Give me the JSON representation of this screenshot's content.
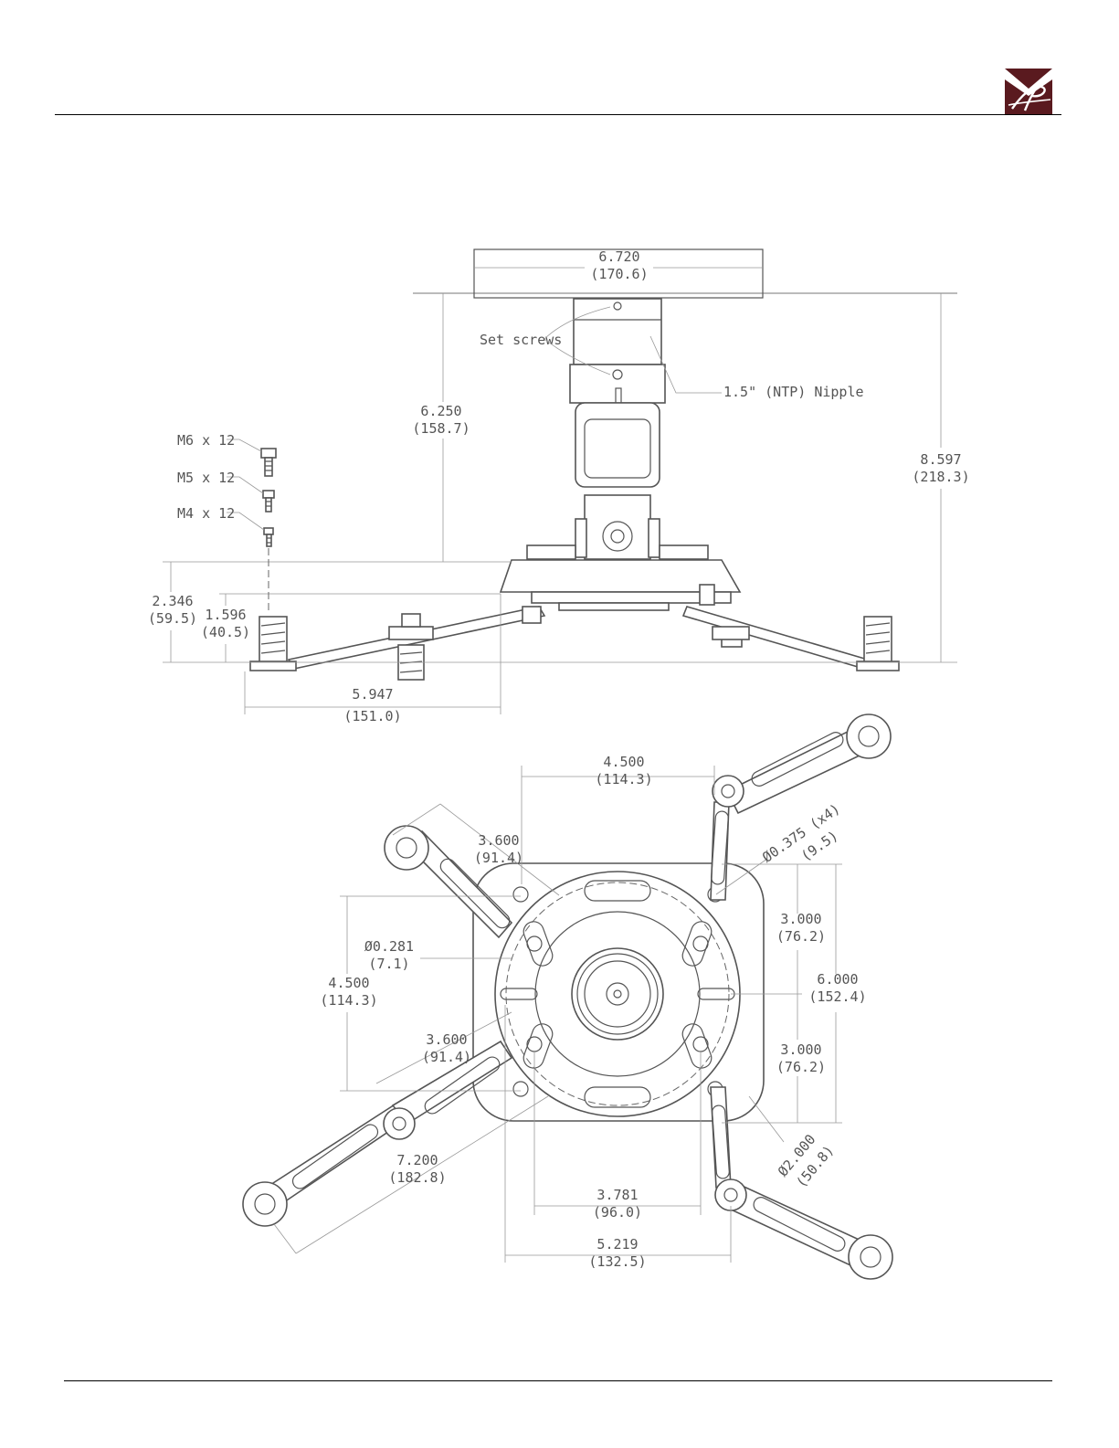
{
  "brand": {
    "accent": "#5a1a1f",
    "rule_color": "#000000"
  },
  "side_view": {
    "dimensions": {
      "top_width": {
        "value": "6.720",
        "mm": "(170.6)"
      },
      "extension": {
        "value": "6.250",
        "mm": "(158.7)"
      },
      "overall_height": {
        "value": "8.597",
        "mm": "(218.3)"
      },
      "foot_height": {
        "value": "2.346",
        "mm": "(59.5)"
      },
      "foot_offset": {
        "value": "1.596",
        "mm": "(40.5)"
      },
      "arm_reach": {
        "value": "5.947",
        "mm": "(151.0)"
      }
    },
    "callouts": {
      "set_screws": "Set screws",
      "nipple": "1.5\" (NTP) Nipple"
    },
    "screws": [
      "M6  x 12",
      "M5  x 12",
      "M4  x 12"
    ]
  },
  "plan_view": {
    "dimensions": {
      "top_span": {
        "value": "4.500",
        "mm": "(114.3)"
      },
      "upper_arm": {
        "value": "3.600",
        "mm": "(91.4)"
      },
      "slot_dia": {
        "value": "Ø0.375 (x4)",
        "mm": "(9.5)"
      },
      "hole_dia": {
        "value": "Ø0.281",
        "mm": "(7.1)"
      },
      "left_span": {
        "value": "4.500",
        "mm": "(114.3)"
      },
      "upper_half": {
        "value": "3.000",
        "mm": "(76.2)"
      },
      "full_height": {
        "value": "6.000",
        "mm": "(152.4)"
      },
      "lower_half": {
        "value": "3.000",
        "mm": "(76.2)"
      },
      "lower_arm": {
        "value": "3.600",
        "mm": "(91.4)"
      },
      "arm_length": {
        "value": "7.200",
        "mm": "(182.8)"
      },
      "bottom_inner": {
        "value": "3.781",
        "mm": "(96.0)"
      },
      "bottom_outer": {
        "value": "5.219",
        "mm": "(132.5)"
      },
      "center_dia": {
        "value": "Ø2.000",
        "mm": "(50.8)"
      }
    }
  }
}
